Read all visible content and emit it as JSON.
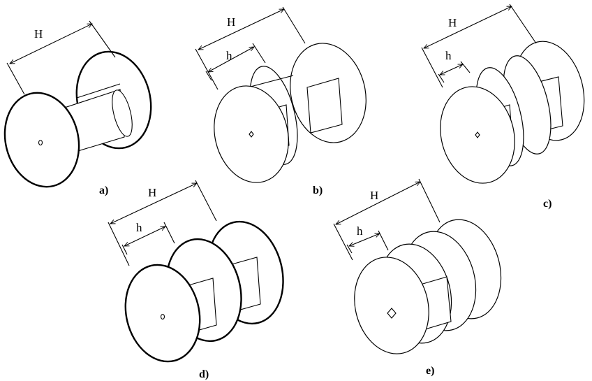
{
  "figure": {
    "dimension_labels": {
      "total_height": "H",
      "section_height": "h"
    },
    "panels": [
      {
        "id": "a",
        "caption": "a)"
      },
      {
        "id": "b",
        "caption": "b)"
      },
      {
        "id": "c",
        "caption": "c)"
      },
      {
        "id": "d",
        "caption": "d)"
      },
      {
        "id": "e",
        "caption": "e)"
      }
    ]
  }
}
